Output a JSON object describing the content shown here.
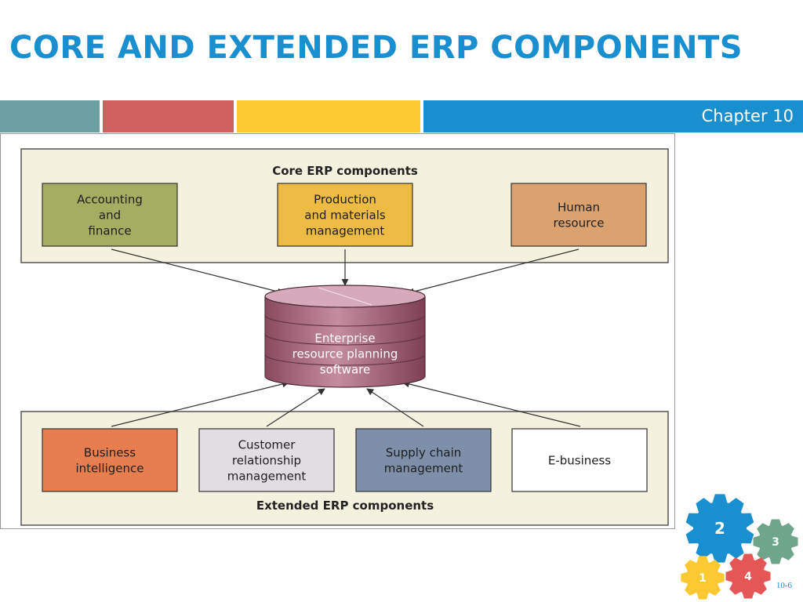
{
  "slide": {
    "title": "CORE AND EXTENDED ERP COMPONENTS",
    "chapter": "Chapter 10",
    "number": "10-6",
    "bar_colors": [
      "#6b9fa4",
      "#cf6060",
      "#fcc932",
      "#1a8fcf"
    ]
  },
  "diagram": {
    "core_label": "Core ERP components",
    "extended_label": "Extended ERP components",
    "core": [
      {
        "lines": [
          "Accounting",
          "and",
          "finance"
        ],
        "color": "#a5ad62"
      },
      {
        "lines": [
          "Production",
          "and materials",
          "management"
        ],
        "color": "#ecbb44"
      },
      {
        "lines": [
          "Human",
          "resource"
        ],
        "color": "#dba270"
      }
    ],
    "hub": {
      "lines": [
        "Enterprise",
        "resource planning",
        "software"
      ],
      "color": "#a9637a"
    },
    "extended": [
      {
        "lines": [
          "Business",
          "intelligence"
        ],
        "color": "#e67e4f"
      },
      {
        "lines": [
          "Customer",
          "relationship",
          "management"
        ],
        "color": "#e2dde3"
      },
      {
        "lines": [
          "Supply chain",
          "management"
        ],
        "color": "#7e8fa9"
      },
      {
        "lines": [
          "E-business"
        ],
        "color": "#ffffff"
      }
    ]
  },
  "gears": [
    {
      "label": "2",
      "color": "#1a8fcf"
    },
    {
      "label": "3",
      "color": "#6fa58a"
    },
    {
      "label": "1",
      "color": "#fcc932"
    },
    {
      "label": "4",
      "color": "#e55757"
    }
  ]
}
